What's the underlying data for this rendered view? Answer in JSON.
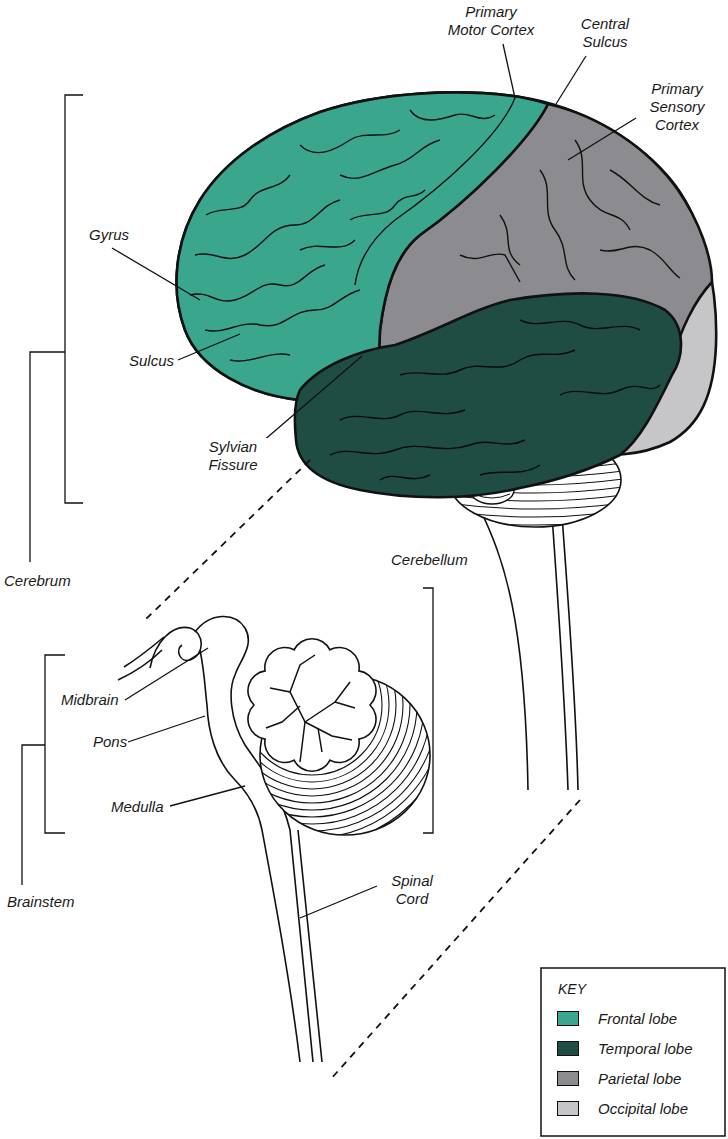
{
  "diagram": {
    "labels": [
      "Primary Motor Cortex",
      "Central Sulcus",
      "Primary Sensory Cortex",
      "Gyrus",
      "Sulcus",
      "Sylvian Fissure",
      "Cerebrum",
      "Cerebellum",
      "Midbrain",
      "Pons",
      "Medulla",
      "Brainstem",
      "Spinal Cord",
      "KEY"
    ],
    "legend": [
      {
        "text": "Frontal lobe",
        "color": "#3aa68e"
      },
      {
        "text": "Temporal lobe",
        "color": "#1f4d43"
      },
      {
        "text": "Parietal lobe",
        "color": "#8c8b90"
      },
      {
        "text": "Occipital lobe",
        "color": "#c6c6c8"
      }
    ]
  }
}
